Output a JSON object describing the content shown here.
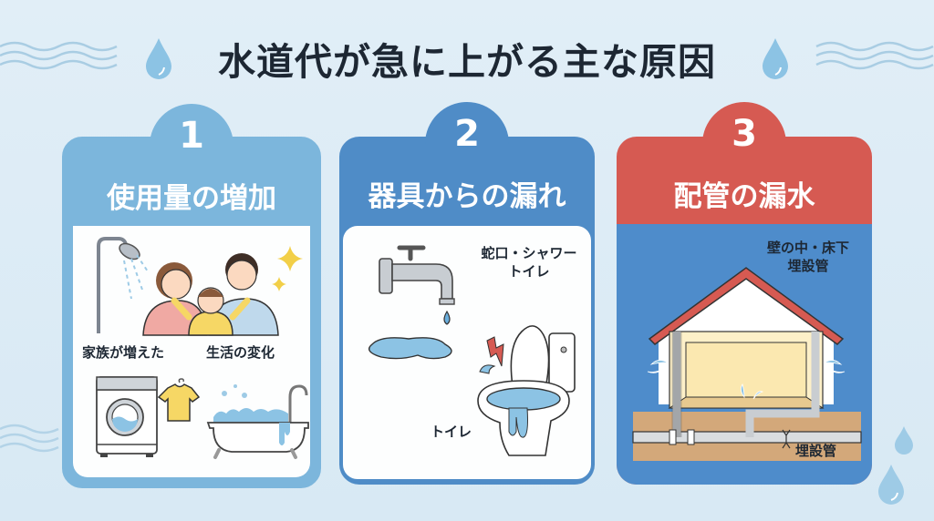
{
  "title": "水道代が急に上がる主な原因",
  "colors": {
    "background": "#dcebf5",
    "cause1": "#7cb6dc",
    "cause2": "#4f8cc7",
    "cause3": "#d65a52",
    "text": "#1d2733",
    "water": "#8cc3e4"
  },
  "icons": [
    "water-drop-icon",
    "wave-icon",
    "shower-icon",
    "family-icon",
    "sparkle-icon",
    "washing-machine-icon",
    "t-shirt-icon",
    "bathtub-icon",
    "faucet-icon",
    "puddle-icon",
    "toilet-icon",
    "lightning-icon",
    "house-icon",
    "pipe-icon",
    "crack-icon"
  ],
  "causes": [
    {
      "number": "1",
      "heading": "使用量の増加",
      "labels": {
        "family": "家族が増えた",
        "lifestyle": "生活の変化"
      }
    },
    {
      "number": "2",
      "heading": "器具からの漏れ",
      "labels": {
        "fixtures_line1": "蛇口・シャワー",
        "fixtures_line2": "トイレ",
        "toilet": "トイレ"
      }
    },
    {
      "number": "3",
      "heading": "配管の漏水",
      "labels": {
        "wall_line1": "壁の中・床下",
        "wall_line2": "埋設管",
        "buried": "埋設管"
      }
    }
  ]
}
